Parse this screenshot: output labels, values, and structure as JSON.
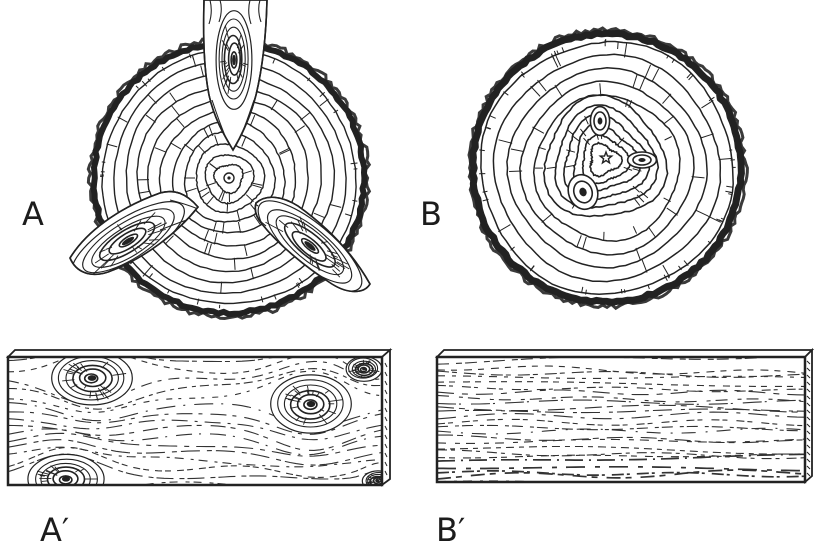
{
  "figure": {
    "labels": {
      "log_a": "A",
      "log_b": "B",
      "board_a": "A′",
      "board_b": "B′"
    },
    "ink_color": "#222222",
    "paper_color": "#ffffff"
  }
}
